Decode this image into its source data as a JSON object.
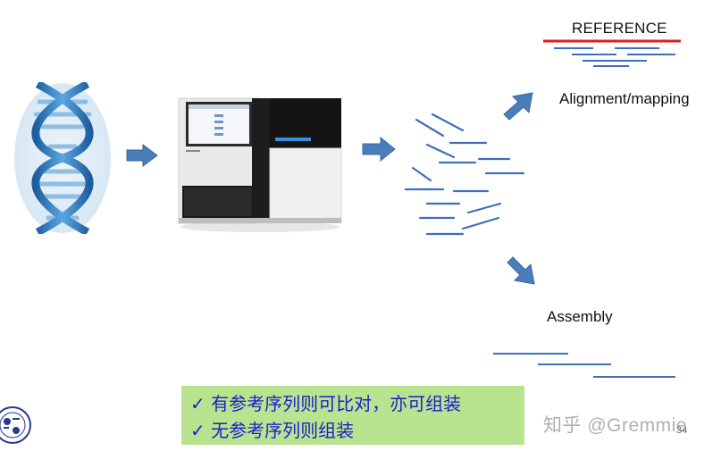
{
  "labels": {
    "reference": "REFERENCE",
    "alignment": "Alignment/mapping",
    "assembly": "Assembly"
  },
  "notes": [
    "✓  有参考序列则可比对，亦可组装",
    "✓  无参考序列则组装"
  ],
  "watermark": "知乎 @Gremmie",
  "page_number": "34",
  "colors": {
    "arrow": "#4a7ebb",
    "reads": "#3e6fb8",
    "reference_line": "#d92020",
    "note_background": "#b9e38f",
    "note_text": "#1d1dcc"
  },
  "icons": [
    "dna-helix",
    "sequencer-machine",
    "university-logo"
  ]
}
